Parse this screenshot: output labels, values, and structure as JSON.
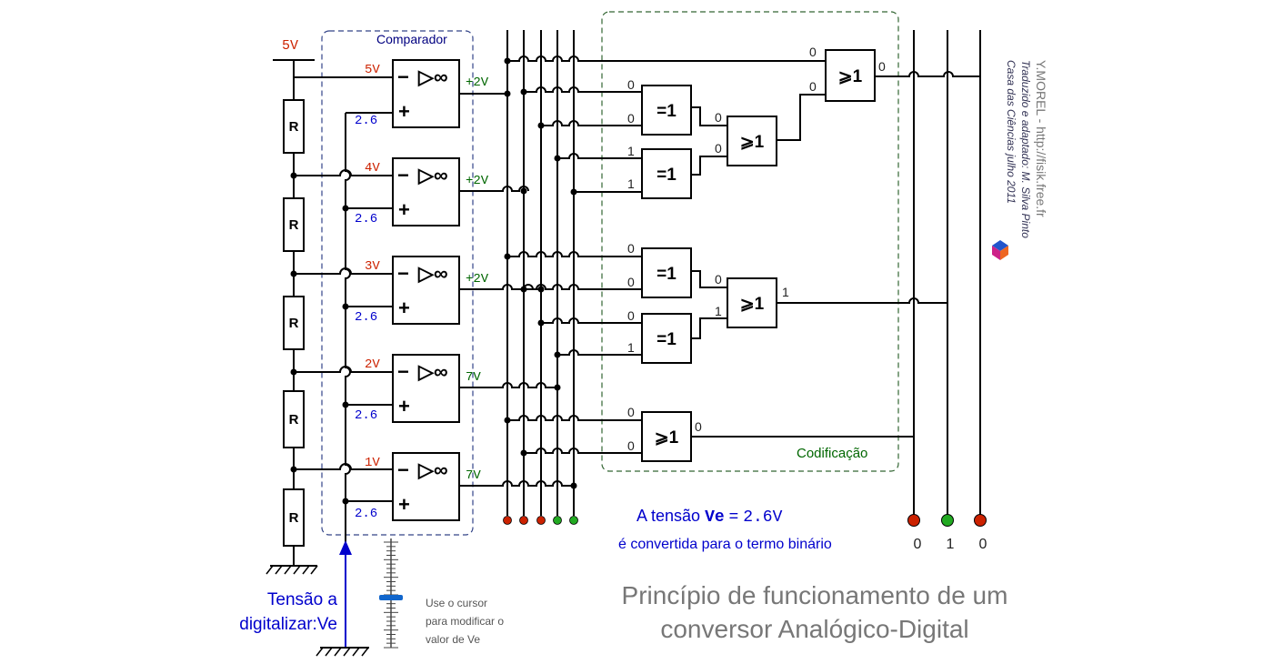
{
  "supply_label": "5V",
  "resistor_label": "R",
  "comparator_box_label": "Comparador",
  "coding_box_label": "Codificação",
  "comparators": [
    {
      "ref": "5V",
      "in": "2.6",
      "out": "+2V"
    },
    {
      "ref": "4V",
      "in": "2.6",
      "out": "+2V"
    },
    {
      "ref": "3V",
      "in": "2.6",
      "out": "+2V"
    },
    {
      "ref": "2V",
      "in": "2.6",
      "out": "7V"
    },
    {
      "ref": "1V",
      "in": "2.6",
      "out": "7V"
    }
  ],
  "comparator_symbol": "▷∞",
  "minus": "−",
  "plus": "+",
  "gate_labels": {
    "xor": "=1",
    "or": "⩾1"
  },
  "bits": {
    "g1": [
      "0",
      "0"
    ],
    "g2": [
      "1",
      "1"
    ],
    "g3": [
      "0",
      "0"
    ],
    "g3_out": "",
    "g4": [
      "0",
      "0"
    ],
    "g4_out": "0",
    "g5": [
      "0",
      "0"
    ],
    "g6": [
      "0",
      "1"
    ],
    "g7": [
      "0",
      "1"
    ],
    "g7_out": "1",
    "g8": [
      "0",
      "0"
    ],
    "g8_out": "0"
  },
  "input_label_line1": "Tensão a",
  "input_label_line2": "digitalizar:Ve",
  "slider_hint": [
    "Use o cursor",
    "para modificar o",
    "valor de Ve"
  ],
  "slider_level": 0.26,
  "result_line1_prefix": "A tensão ",
  "result_line1_var": "Ve",
  "result_line1_eq": " = ",
  "result_line1_value": "2.6V",
  "result_line2": "é convertida para o termo binário",
  "binary_digits": [
    "0",
    "1",
    "0"
  ],
  "led_states": [
    "red",
    "red",
    "red",
    "green",
    "green"
  ],
  "output_led_states": [
    "red",
    "green",
    "red"
  ],
  "title_line1": "Princípio de funcionamento de um",
  "title_line2": "conversor Analógico-Digital",
  "credits": [
    "Y.MOREL - http://fisik.free.fr",
    "Traduzido e adaptado: M. Silva Pinto",
    "Casa das Ciências julho 2011"
  ],
  "colors": {
    "red": "#cc2200",
    "green": "#22aa22",
    "blue": "#0000cc",
    "navy": "#000080",
    "darkgreen": "#006600",
    "grey": "#777777"
  }
}
